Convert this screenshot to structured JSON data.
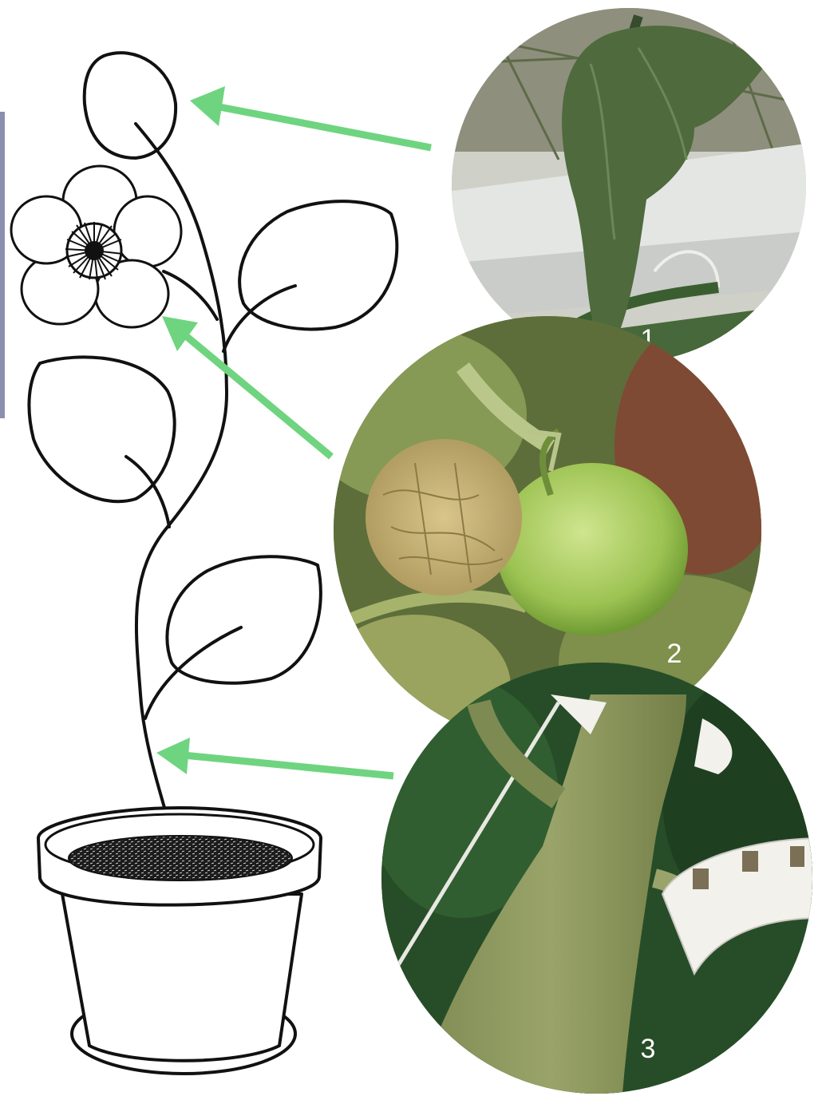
{
  "diagram": {
    "photos": [
      {
        "id": "photo-1",
        "label": "1",
        "depicts": "wilted-leaf"
      },
      {
        "id": "photo-2",
        "label": "2",
        "depicts": "damaged-fruit"
      },
      {
        "id": "photo-3",
        "label": "3",
        "depicts": "stem"
      }
    ],
    "colors": {
      "arrow": "#6fd47f",
      "line_art": "#111111",
      "soil": "#1c1c1c",
      "label_text": "#ffffff"
    }
  }
}
